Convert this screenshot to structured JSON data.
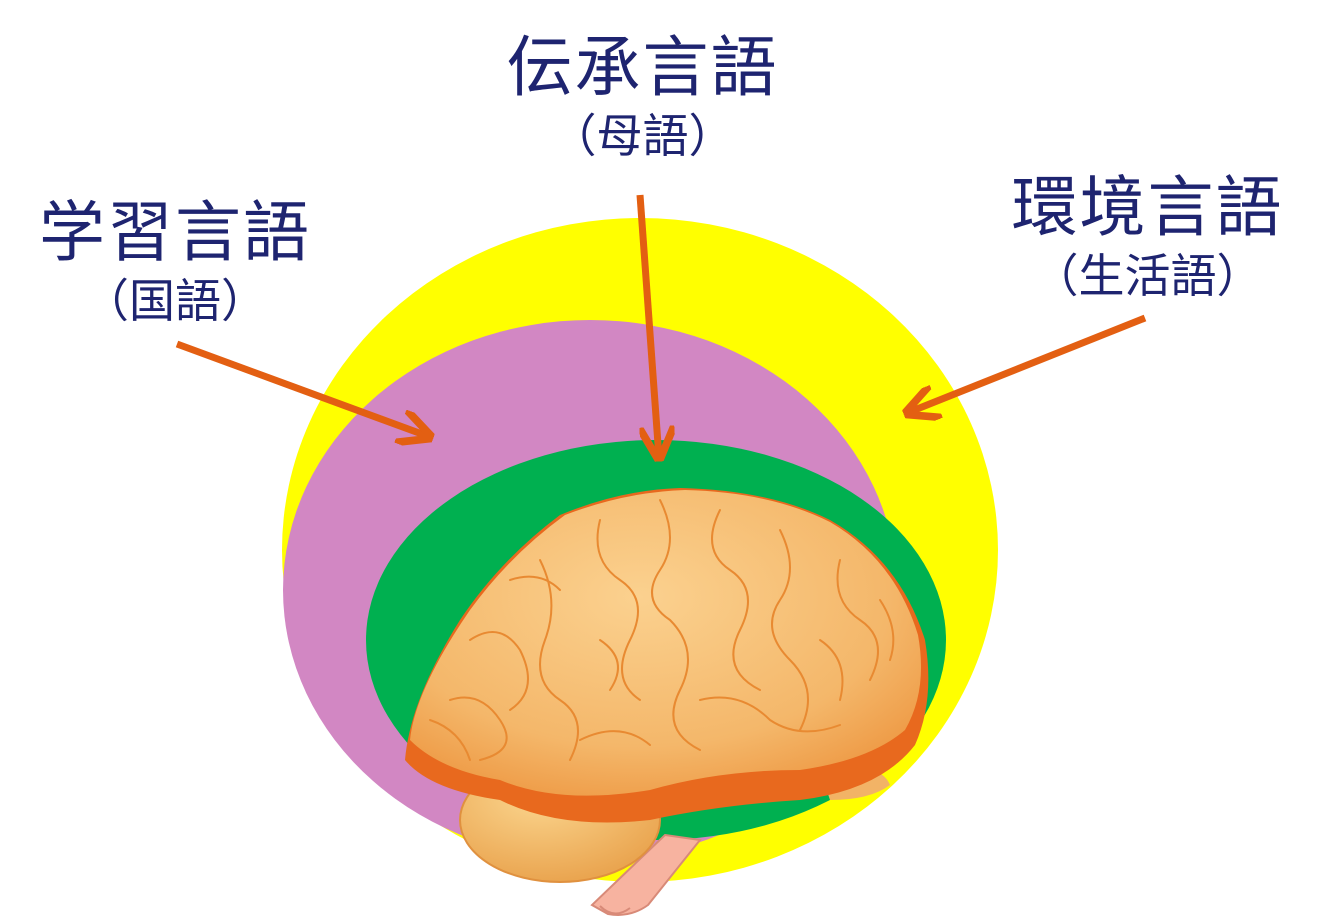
{
  "labels": {
    "heritage": {
      "main": "伝承言語",
      "sub": "（母語）"
    },
    "learning": {
      "main": "学習言語",
      "sub": "（国語）"
    },
    "environment": {
      "main": "環境言語",
      "sub": "（生活語）"
    }
  },
  "colors": {
    "outer_ellipse": "#ffff00",
    "middle_ellipse": "#d287c3",
    "inner_ellipse": "#00b050",
    "arrow": "#e35f12",
    "brain": "#f4b76a",
    "brain_shadow": "#e8691e",
    "text": "#1e2470"
  },
  "icons": {
    "brain": "brain-illustration"
  }
}
